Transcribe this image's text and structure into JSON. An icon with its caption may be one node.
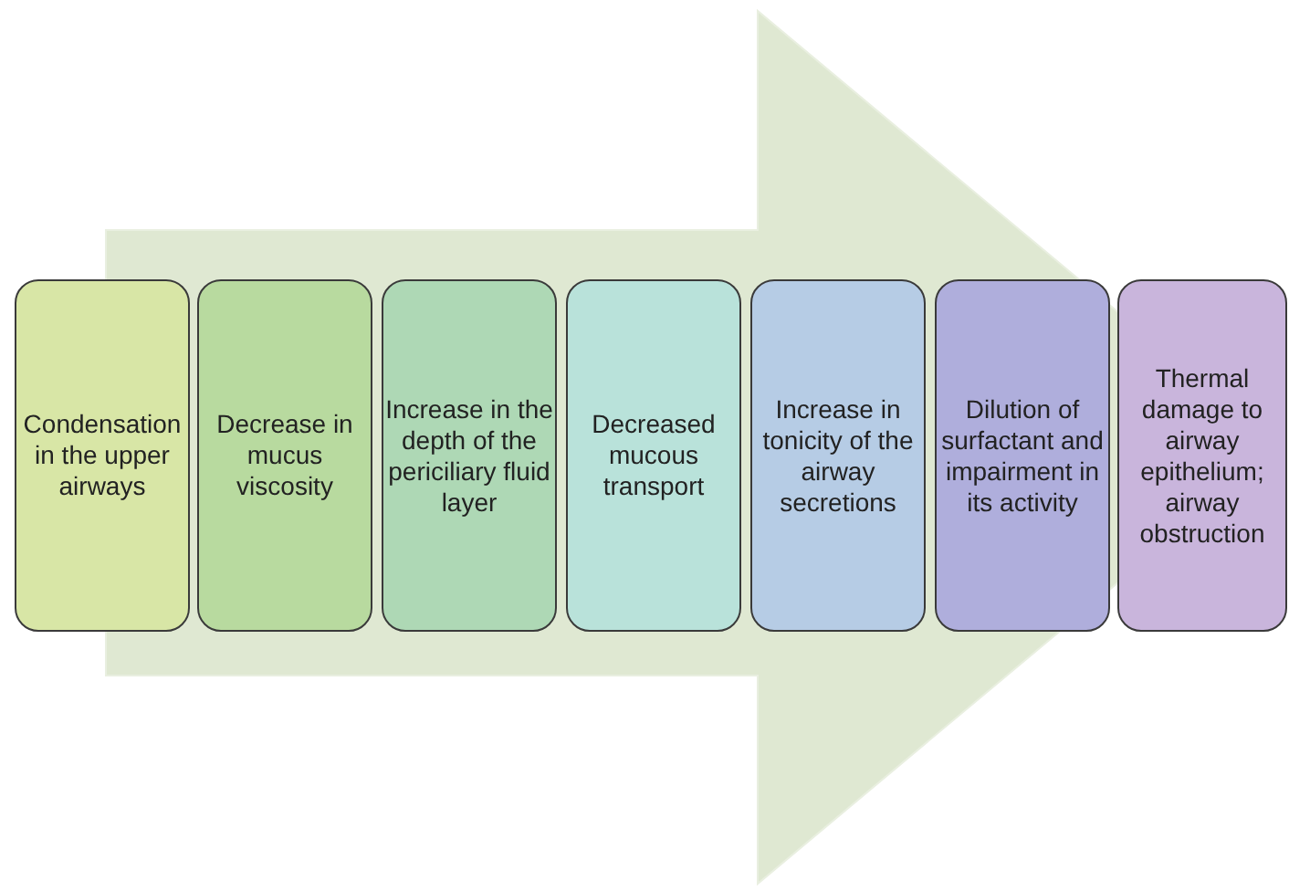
{
  "diagram": {
    "nodes": [
      {
        "text": [
          "Condensation in the upper airways"
        ]
      },
      {
        "text": [
          "Decrease in mucus viscosity"
        ]
      },
      {
        "text": [
          "Increase in the depth of the periciliary fluid layer"
        ]
      },
      {
        "text": [
          "Decreased mucous transport"
        ]
      },
      {
        "text": [
          "Increase in tonicity of the airway secretions"
        ]
      },
      {
        "text": [
          "Dilution of surfactant and impairment in its activity"
        ]
      },
      {
        "text": [
          "Thermal damage to airway epithelium; airway obstruction"
        ]
      }
    ],
    "edges": [
      {
        "from": 0,
        "to": 6,
        "arrow": "to"
      }
    ]
  }
}
